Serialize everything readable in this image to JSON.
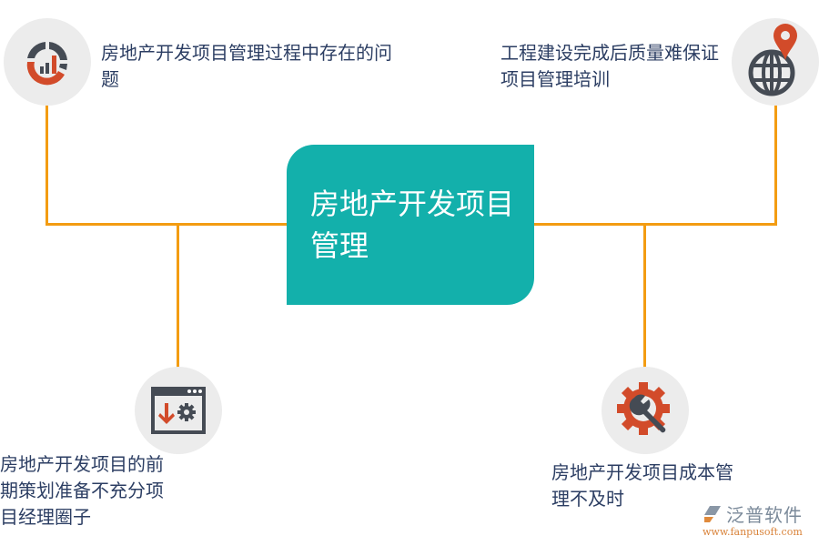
{
  "center": {
    "title": "房地产开发项目管理",
    "color": "#13b0ab"
  },
  "nodes": [
    {
      "id": "top-left",
      "label": "房地产开发项目管理过程中存在的问题",
      "icon": "donut-chart-icon"
    },
    {
      "id": "top-right",
      "label": "工程建设完成后质量难保证项目管理培训",
      "icon": "globe-location-pin-icon"
    },
    {
      "id": "bottom-left",
      "label": "房地产开发项目的前期策划准备不充分项目经理圈子",
      "icon": "browser-download-gear-icon"
    },
    {
      "id": "bottom-right",
      "label": "房地产开发项目成本管理不及时",
      "icon": "gear-wrench-icon"
    }
  ],
  "colors": {
    "connector": "#f39c12",
    "icon_dark": "#454b54",
    "icon_accent": "#d24b2a",
    "circle_bg": "#ececec",
    "text": "#2c3e63"
  },
  "watermark": {
    "brand": "泛普软件",
    "url": "www.fanpusoft.com"
  }
}
